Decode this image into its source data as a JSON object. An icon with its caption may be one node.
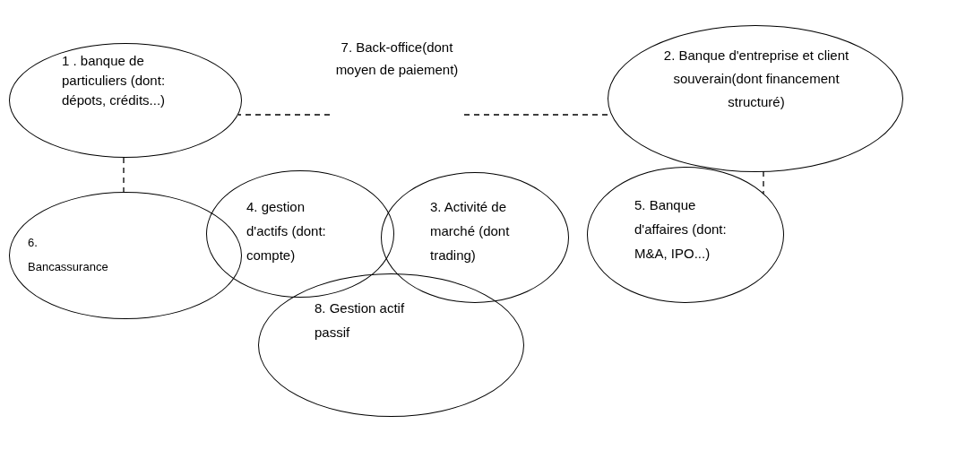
{
  "diagram": {
    "nodes": [
      {
        "text": [
          "1 . banque de particuliers (dont: dépots, crédits...)"
        ]
      },
      {
        "text": [
          "7. Back-office(dont moyen de paiement)"
        ]
      },
      {
        "text": [
          "2. Banque d'entreprise et client souverain(dont financement structuré)"
        ]
      },
      {
        "text": [
          "4. gestion d'actifs (dont: compte)"
        ]
      },
      {
        "text": [
          "3. Activité de marché (dont trading)"
        ]
      },
      {
        "text": [
          "5. Banque d'affaires (dont: M&A, IPO...)"
        ]
      },
      {
        "text": [
          "6. Bancassurance"
        ]
      },
      {
        "text": [
          "8. Gestion actif passif"
        ]
      }
    ],
    "edges": [
      {
        "from": 1,
        "to": 0,
        "arrow": "none",
        "style": "dashed"
      },
      {
        "from": 1,
        "to": 2,
        "arrow": "none",
        "style": "dashed"
      },
      {
        "from": 0,
        "to": 6,
        "arrow": "none",
        "style": "dashed"
      },
      {
        "from": 2,
        "to": 5,
        "arrow": "none",
        "style": "dashed"
      }
    ]
  }
}
